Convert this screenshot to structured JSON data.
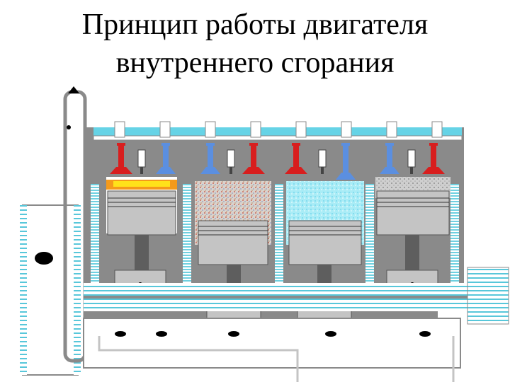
{
  "title": {
    "line1": "Принцип работы двигателя",
    "line2": "внутреннего сгорания"
  },
  "diagram": {
    "subject": "four-cylinder-engine-cutaway",
    "colors": {
      "block": "#8a8a8a",
      "block_dark": "#5e5e5e",
      "coolant": "#66d3e6",
      "intake_valve": "#5b8fe0",
      "exhaust_valve": "#e02020",
      "valve_spring": "#d81e1e",
      "combustion": "#f59a1b",
      "combustion_flame": "#ffe21a",
      "intake_mix": "#9fe6f2",
      "exhaust_gas": "#b0b0b0",
      "compressed_mix": "#c9a48a",
      "piston": "#c4c4c4"
    },
    "cylinders": [
      {
        "id": 1,
        "state": "combustion"
      },
      {
        "id": 2,
        "state": "compression"
      },
      {
        "id": 3,
        "state": "intake"
      },
      {
        "id": 4,
        "state": "exhaust"
      }
    ]
  }
}
